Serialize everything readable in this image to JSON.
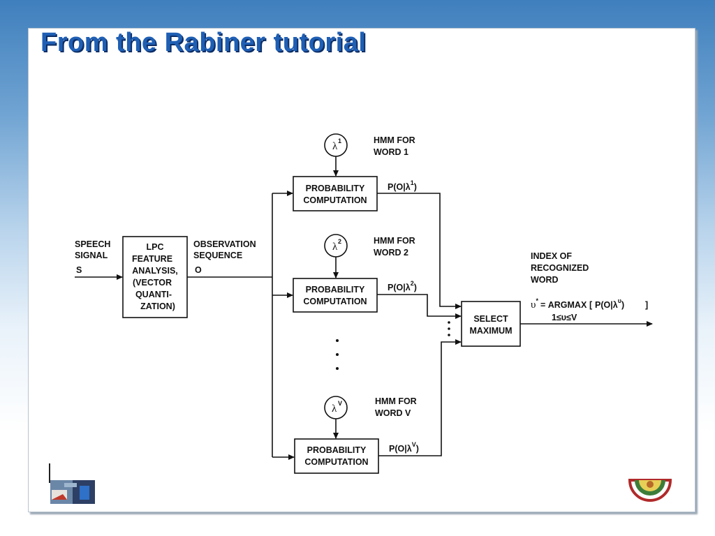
{
  "slide": {
    "title": "From the Rabiner tutorial"
  },
  "diagram": {
    "input": {
      "line1": "SPEECH",
      "line2": "SIGNAL",
      "symbol": "S"
    },
    "lpc": {
      "lines": [
        "LPC",
        "FEATURE",
        "ANALYSIS,",
        "(VECTOR",
        "QUANTI-",
        "ZATION)"
      ]
    },
    "observation": {
      "line1": "OBSERVATION",
      "line2": "SEQUENCE",
      "symbol": "O"
    },
    "models": [
      {
        "lambda": "λ",
        "sup": "1",
        "hmm_line1": "HMM FOR",
        "hmm_line2": "WORD 1",
        "box_line1": "PROBABILITY",
        "box_line2": "COMPUTATION",
        "out_prefix": "P(O|λ",
        "out_sup": "1",
        "out_suffix": ")"
      },
      {
        "lambda": "λ",
        "sup": "2",
        "hmm_line1": "HMM FOR",
        "hmm_line2": "WORD 2",
        "box_line1": "PROBABILITY",
        "box_line2": "COMPUTATION",
        "out_prefix": "P(O|λ",
        "out_sup": "2",
        "out_suffix": ")"
      },
      {
        "lambda": "λ",
        "sup": "V",
        "hmm_line1": "HMM FOR",
        "hmm_line2": "WORD V",
        "box_line1": "PROBABILITY",
        "box_line2": "COMPUTATION",
        "out_prefix": "P(O|λ",
        "out_sup": "V",
        "out_suffix": ")"
      }
    ],
    "select": {
      "line1": "SELECT",
      "line2": "MAXIMUM"
    },
    "output": {
      "line1": "INDEX OF",
      "line2": "RECOGNIZED",
      "line3": "WORD",
      "formula_lhs": "υ",
      "formula_lhs_sup": "*",
      "formula_main": "= ARGMAX",
      "formula_arg_prefix": "P(O|λ",
      "formula_arg_sup": "υ",
      "formula_arg_suffix": ")",
      "formula_range": "1≤υ≤V"
    }
  }
}
